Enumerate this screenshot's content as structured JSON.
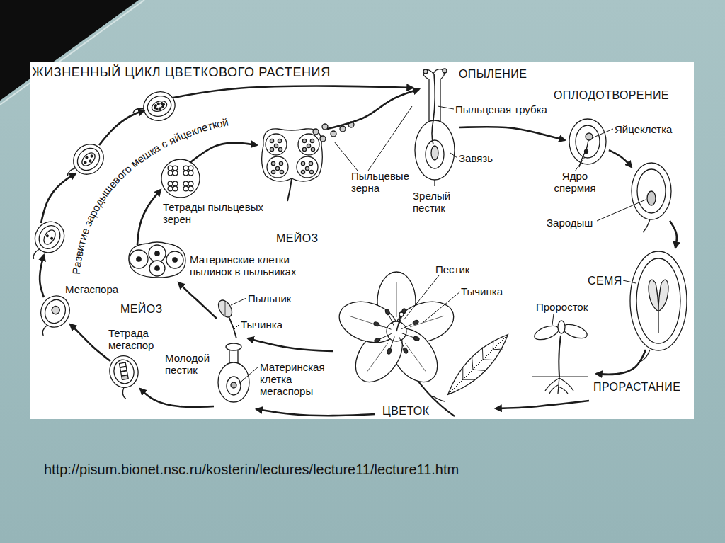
{
  "diagram": {
    "title": "ЖИЗНЕННЫЙ ЦИКЛ ЦВЕТКОВОГО РАСТЕНИЯ",
    "caption": "http://pisum.bionet.nsc.ru/kosterin/lectures/lecture11/lecture11.htm",
    "labels": [
      "ОПЫЛЕНИЕ",
      "ОПЛОДОТВОРЕНИЕ",
      "Пыльцевая трубка",
      "Яйцеклетка",
      "Развитие зародышевого мешка с яйцеклеткой",
      "Завязь",
      "Пыльцевые зерна",
      "Ядро спермия",
      "Зрелый пестик",
      "Тетрады пыльцевых зерен",
      "Зародыш",
      "МЕЙОЗ",
      "Материнские клетки пылинок в пыльниках",
      "СЕМЯ",
      "Пестик",
      "Тычинка",
      "Мегаспора",
      "Пыльник",
      "МЕЙОЗ",
      "Проросток",
      "Тычинка",
      "Тетрада мегаспор",
      "Молодой пестик",
      "Материнская клетка мегаспоры",
      "ПРОРАСТАНИЕ",
      "ЦВЕТОК"
    ]
  }
}
